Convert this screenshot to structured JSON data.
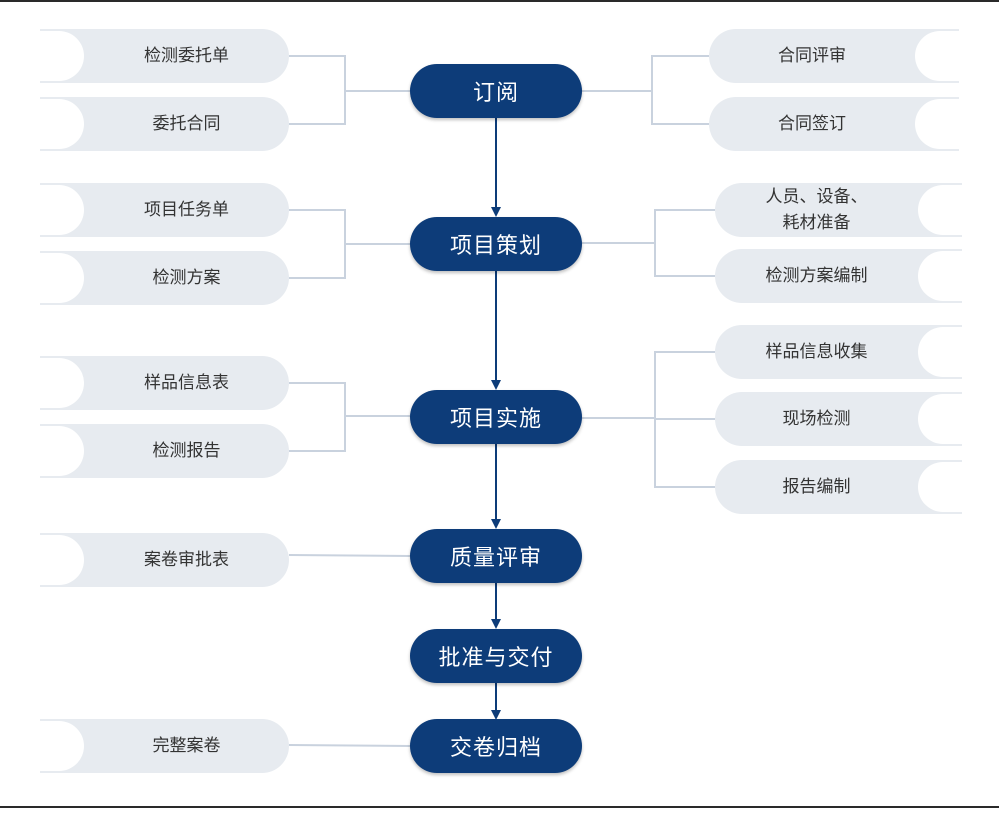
{
  "colors": {
    "step_fill": "#0d3c79",
    "pill_fill": "#e7ebf0",
    "connector": "#c9d2de",
    "arrow": "#0d3c79"
  },
  "steps": [
    {
      "label": "订阅"
    },
    {
      "label": "项目策划"
    },
    {
      "label": "项目实施"
    },
    {
      "label": "质量评审"
    },
    {
      "label": "批准与交付"
    },
    {
      "label": "交卷归档"
    }
  ],
  "left_docs": [
    {
      "label": "检测委托单"
    },
    {
      "label": "委托合同"
    },
    {
      "label": "项目任务单"
    },
    {
      "label": "检测方案"
    },
    {
      "label": "样品信息表"
    },
    {
      "label": "检测报告"
    },
    {
      "label": "案卷审批表"
    },
    {
      "label": "完整案卷"
    }
  ],
  "right_tasks": [
    {
      "label": "合同评审"
    },
    {
      "label": "合同签订"
    },
    {
      "label": "人员、设备、",
      "label2": "耗材准备"
    },
    {
      "label": "检测方案编制"
    },
    {
      "label": "样品信息收集"
    },
    {
      "label": "现场检测"
    },
    {
      "label": "报告编制"
    }
  ]
}
